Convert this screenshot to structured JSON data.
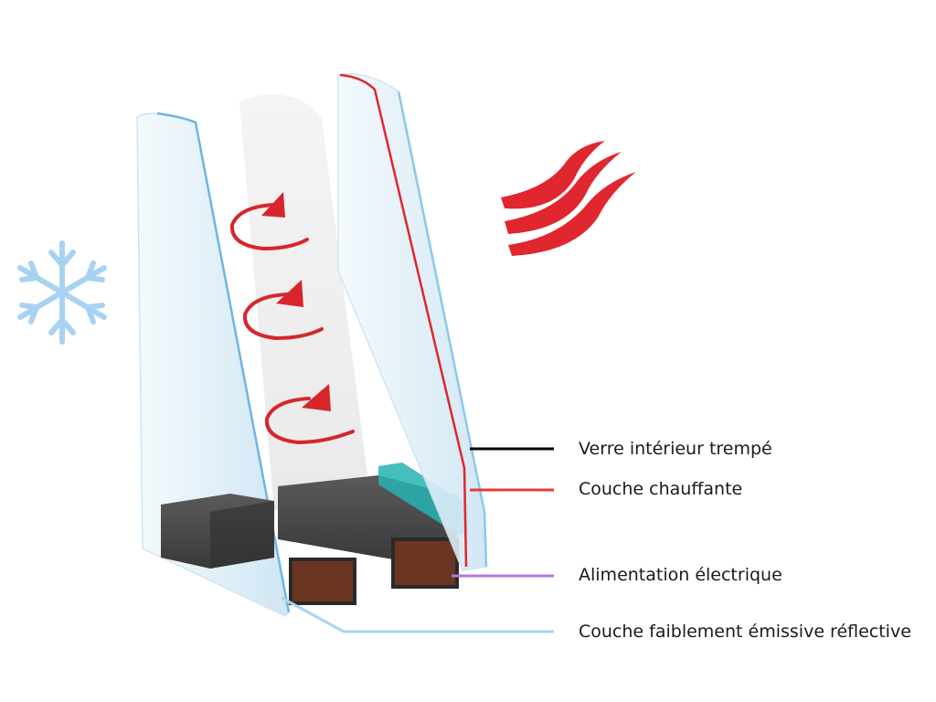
{
  "labels": [
    {
      "text": "Verre intérieur trempé",
      "color": "#000000"
    },
    {
      "text": "Couche chauffante",
      "color": "#e53a3a"
    },
    {
      "text": "Alimentation électrique",
      "color": "#b676e0"
    },
    {
      "text": "Couche faiblement émissive réflective",
      "color": "#a9d4f0"
    }
  ],
  "icons": {
    "cold": "snowflake-icon",
    "heat": "heat-waves-icon",
    "convection": "circular-arrow-icon"
  },
  "colors": {
    "glass_fill": "#e4f1f8",
    "glass_edge": "#79bde6",
    "heating_layer": "#e0262e",
    "spacer": "#454545",
    "desiccant": "#6a3622",
    "seal_teal": "#26b3b3",
    "snowflake": "#a8d2f2",
    "arrows": "#d6262c"
  }
}
